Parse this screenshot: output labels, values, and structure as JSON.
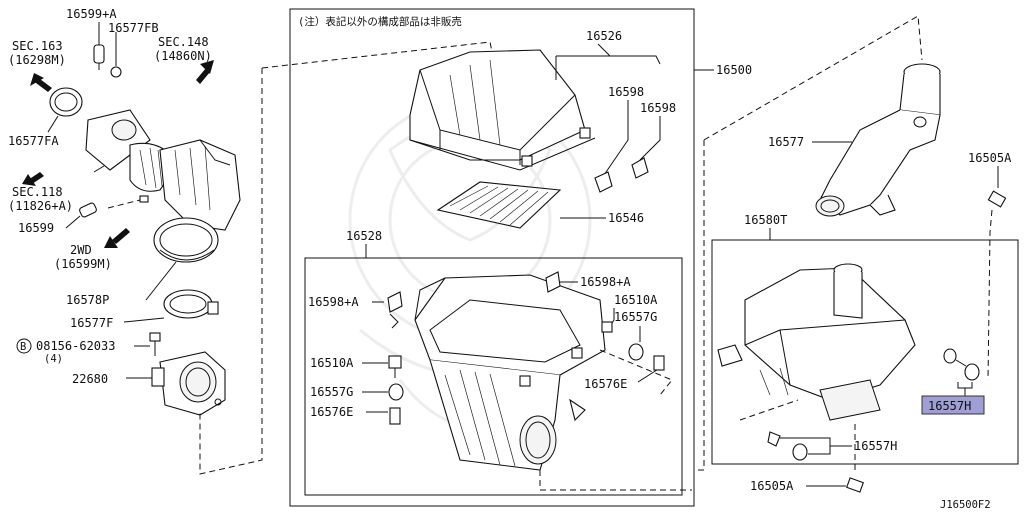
{
  "note": "(注）表記以外の構成部品は非販売",
  "diagram_id": "J16500F2",
  "labels": {
    "p16599A": "16599+A",
    "p16577FB": "16577FB",
    "sec163a": "SEC.163",
    "sec163b": "(16298M)",
    "sec148a": "SEC.148",
    "sec148b": "(14860N)",
    "p16577FA": "16577FA",
    "sec118a": "SEC.118",
    "sec118b": "(11826+A)",
    "p16599": "16599",
    "wd2a": "2WD",
    "wd2b": "(16599M)",
    "p16578P": "16578P",
    "p16577F": "16577F",
    "b08156": "08156-62033",
    "b08156q": "(4)",
    "bmark": "B",
    "p22680": "22680",
    "p16526": "16526",
    "p16500": "16500",
    "p16598a": "16598",
    "p16598b": "16598",
    "p16546": "16546",
    "p16528": "16528",
    "p16598Aa": "16598+A",
    "p16598Ab": "16598+A",
    "p16510Aa": "16510A",
    "p16510Ab": "16510A",
    "p16557Ga": "16557G",
    "p16557Gb": "16557G",
    "p16576Ea": "16576E",
    "p16576Eb": "16576E",
    "p16577": "16577",
    "p16505Aa": "16505A",
    "p16505Ab": "16505A",
    "p16580T": "16580T",
    "p16557Ha": "16557H",
    "p16557Hb": "16557H"
  },
  "highlight_color": "#9f9fd6"
}
